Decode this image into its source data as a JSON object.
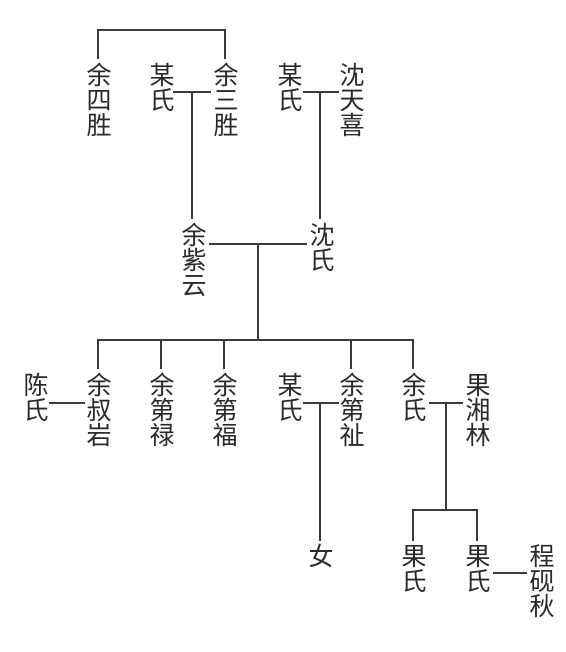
{
  "people": [
    {
      "id": "yu-sisheng",
      "text": "余四胜"
    },
    {
      "id": "moushi-1",
      "text": "某氏"
    },
    {
      "id": "yu-sansheng",
      "text": "余三胜"
    },
    {
      "id": "moushi-2",
      "text": "某氏"
    },
    {
      "id": "shen-tianxi",
      "text": "沈天喜"
    },
    {
      "id": "yu-ziyun",
      "text": "余紫云"
    },
    {
      "id": "shenshi",
      "text": "沈氏"
    },
    {
      "id": "chenshi",
      "text": "陈氏"
    },
    {
      "id": "yu-shuyan",
      "text": "余叔岩"
    },
    {
      "id": "yu-dilu",
      "text": "余第禄"
    },
    {
      "id": "yu-difu",
      "text": "余第福"
    },
    {
      "id": "moushi-3",
      "text": "某氏"
    },
    {
      "id": "yu-dizhi",
      "text": "余第祉"
    },
    {
      "id": "yushi",
      "text": "余氏"
    },
    {
      "id": "guo-xianglin",
      "text": "果湘林"
    },
    {
      "id": "nv",
      "text": "女"
    },
    {
      "id": "guoshi-1",
      "text": "果氏"
    },
    {
      "id": "guoshi-2",
      "text": "果氏"
    },
    {
      "id": "cheng-yanqiu",
      "text": "程砚秋"
    }
  ]
}
